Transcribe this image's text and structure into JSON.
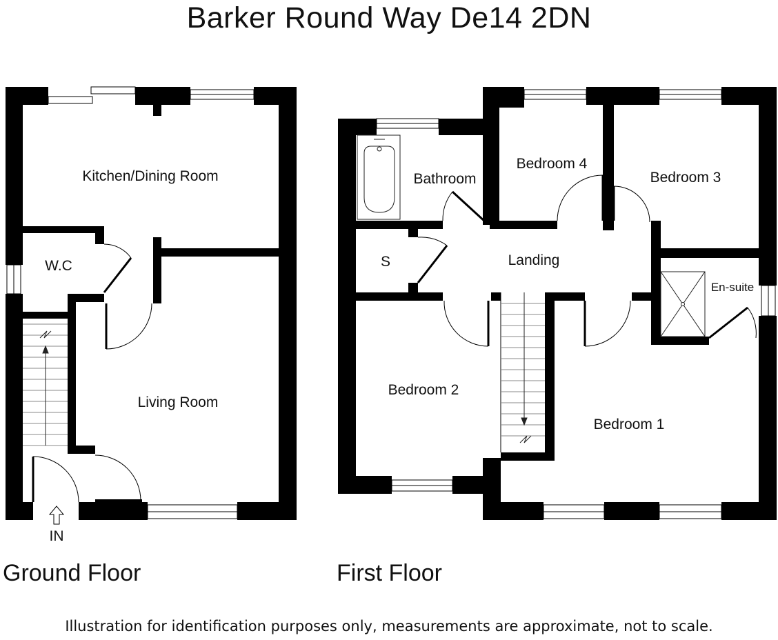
{
  "title": "Barker Round Way De14 2DN",
  "floors": [
    {
      "label": "Ground Floor",
      "rooms": [
        "Kitchen/Dining Room",
        "W.C",
        "Living Room"
      ],
      "entrance_label": "IN"
    },
    {
      "label": "First Floor",
      "rooms": [
        "Bathroom",
        "Bedroom 4",
        "Bedroom 3",
        "S",
        "Landing",
        "En-suite",
        "Bedroom 2",
        "Bedroom 1"
      ]
    }
  ],
  "disclaimer": "Illustration for identification purposes only, measurements are approximate, not to scale."
}
